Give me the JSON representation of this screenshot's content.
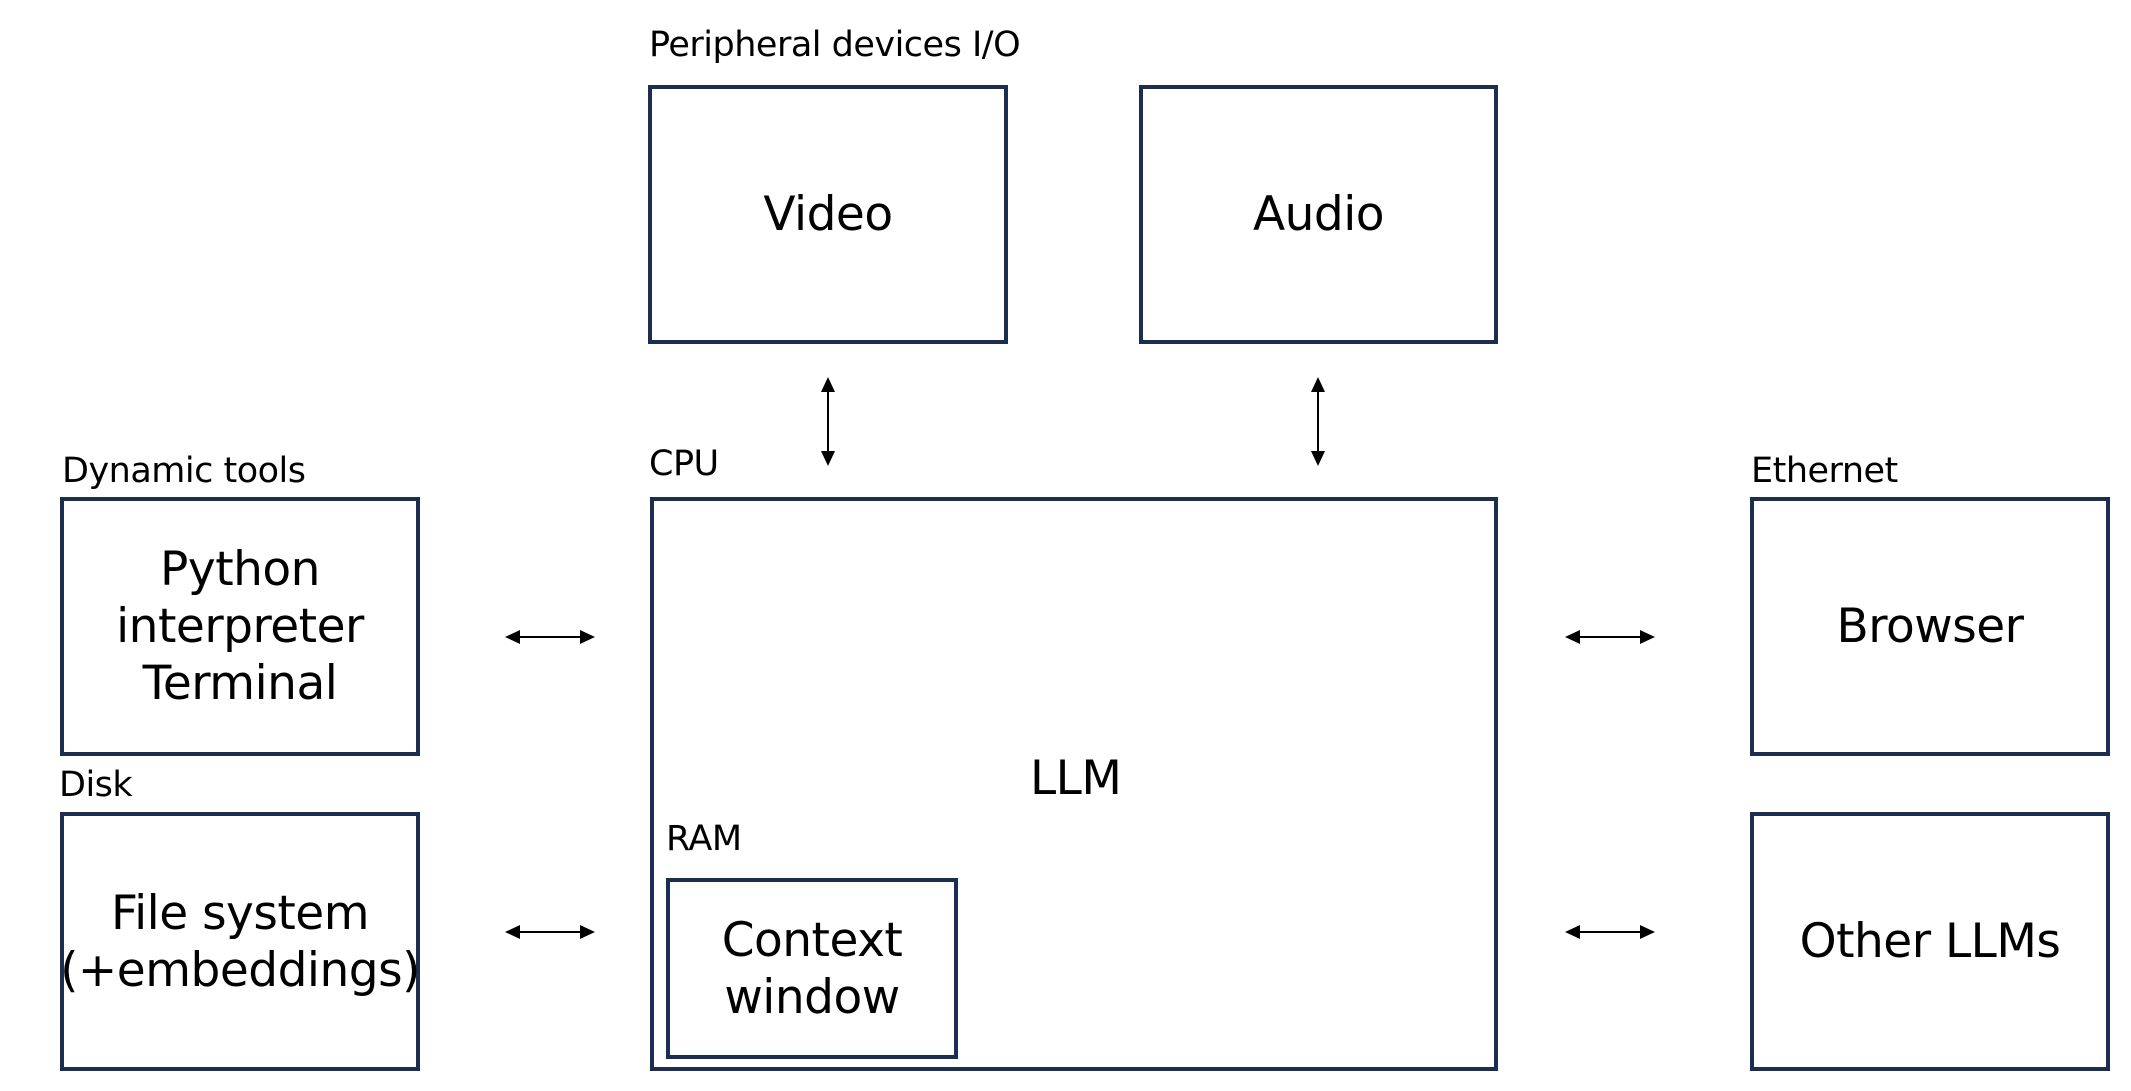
{
  "diagram": {
    "groups": {
      "peripheral": "Peripheral devices I/O",
      "cpu": "CPU",
      "dynamic_tools": "Dynamic tools",
      "disk": "Disk",
      "ethernet": "Ethernet",
      "ram": "RAM"
    },
    "boxes": {
      "video": "Video",
      "audio": "Audio",
      "llm": "LLM",
      "context_window": "Context\nwindow",
      "python": "Python\ninterpreter\nTerminal",
      "file_system": "File system\n(+embeddings)",
      "browser": "Browser",
      "other_llms": "Other LLMs"
    },
    "connections": [
      {
        "from": "Video",
        "to": "LLM",
        "direction": "bidirectional"
      },
      {
        "from": "Audio",
        "to": "LLM",
        "direction": "bidirectional"
      },
      {
        "from": "Python interpreter Terminal",
        "to": "LLM",
        "direction": "bidirectional"
      },
      {
        "from": "File system (+embeddings)",
        "to": "LLM",
        "direction": "bidirectional"
      },
      {
        "from": "Browser",
        "to": "LLM",
        "direction": "bidirectional"
      },
      {
        "from": "Other LLMs",
        "to": "LLM",
        "direction": "bidirectional"
      }
    ],
    "colors": {
      "box_border": "#1c2e50",
      "arrow": "#000000",
      "background": "#ffffff"
    }
  }
}
